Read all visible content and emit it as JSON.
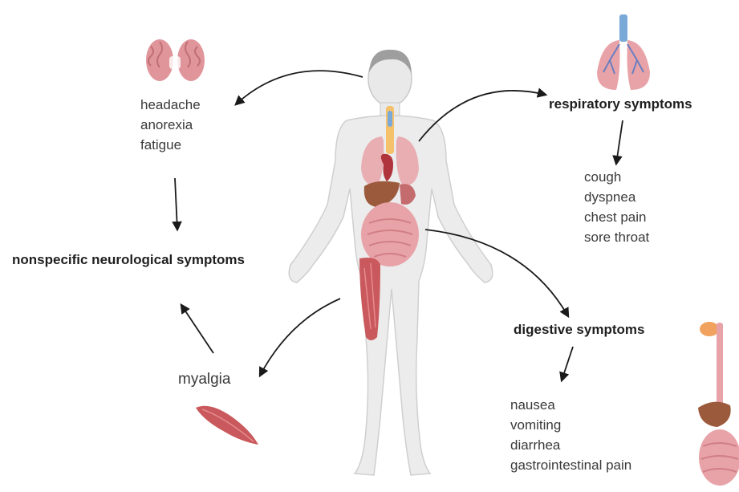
{
  "labels": {
    "neuro_title": "nonspecific neurological symptoms",
    "respiratory_title": "respiratory symptoms",
    "digestive_title": "digestive symptoms",
    "myalgia": "myalgia"
  },
  "general_symptoms": [
    "headache",
    "anorexia",
    "fatigue"
  ],
  "respiratory_symptoms": [
    "cough",
    "dyspnea",
    "chest pain",
    "sore throat"
  ],
  "digestive_symptoms": [
    "nausea",
    "vomiting",
    "diarrhea",
    "gastrointestinal pain"
  ],
  "icons": [
    "brain-icon",
    "lungs-icon",
    "muscle-icon",
    "digestive-tract-icon",
    "human-body-figure"
  ],
  "colors": {
    "organ_pink": "#e8a3a8",
    "organ_red": "#c9595c",
    "body_gray": "#e6e6e6",
    "arrow": "#1a1a1a"
  }
}
